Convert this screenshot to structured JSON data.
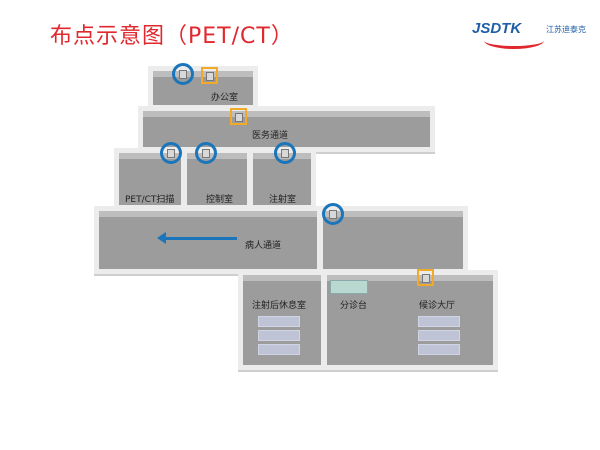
{
  "title": "布点示意图（PET/CT）",
  "logo": {
    "text": "JSDTK",
    "subtitle": "江苏迪泰克"
  },
  "colors": {
    "title": "#e0282e",
    "ring": "#1a75bb",
    "square": "#f0a928",
    "floor": "#9c9c9c"
  },
  "rooms": {
    "office": "办公室",
    "medical_corridor": "医务通道",
    "petct_scan": "PET/CT扫描",
    "control_room": "控制室",
    "injection_room": "注射室",
    "patient_corridor": "病人通道",
    "post_injection_rest": "注射后休息室",
    "triage_desk": "分诊台",
    "waiting_hall": "候诊大厅"
  }
}
